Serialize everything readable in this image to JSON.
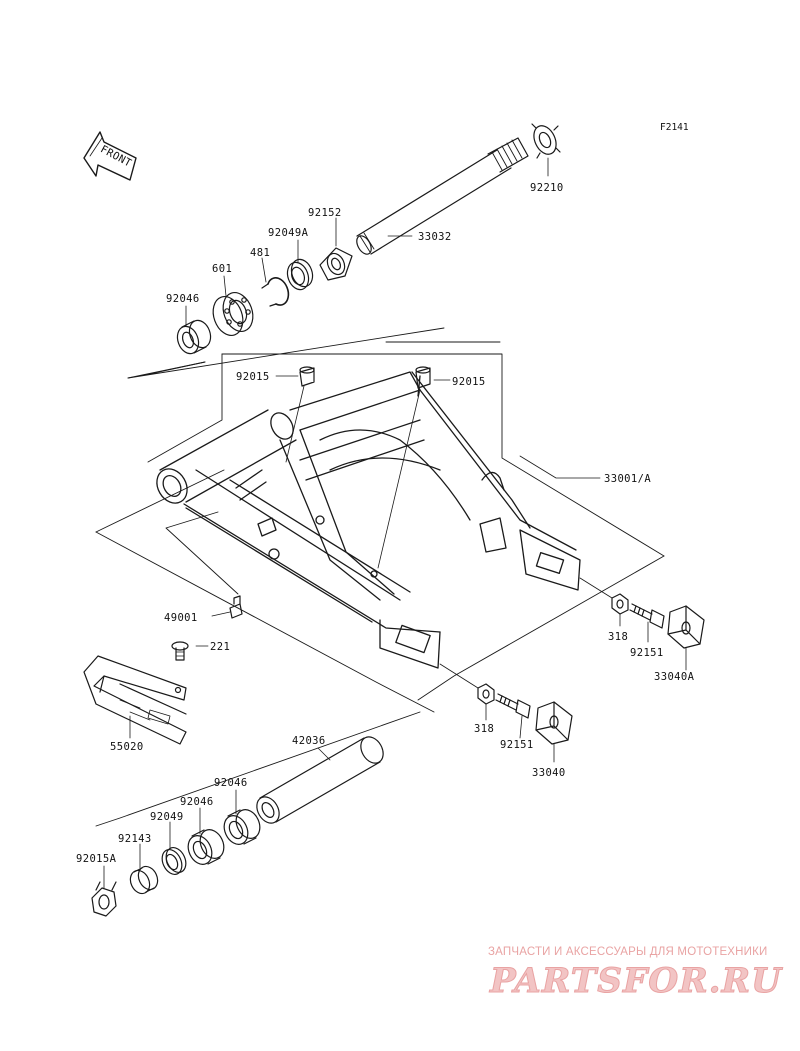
{
  "diagram": {
    "ref_code": "F2141",
    "front_label": "FRONT",
    "colors": {
      "line": "#1a1a1a",
      "watermark": "#e9a3a3",
      "watermark_dark": "#d96f6f"
    },
    "parts": {
      "p92210": "92210",
      "p33032": "33032",
      "p92152": "92152",
      "p92049A": "92049A",
      "p481": "481",
      "p601": "601",
      "p92046_top": "92046",
      "p92015_l": "92015",
      "p92015_r": "92015",
      "p33001A": "33001/A",
      "p318_r": "318",
      "p92151_r": "92151",
      "p33040A": "33040A",
      "p49001": "49001",
      "p221": "221",
      "p55020": "55020",
      "p318_l": "318",
      "p92151_l": "92151",
      "p33040": "33040",
      "p42036": "42036",
      "p92046_a": "92046",
      "p92046_b": "92046",
      "p92049": "92049",
      "p92143": "92143",
      "p92015A": "92015A"
    }
  },
  "watermark": {
    "tagline": "ЗАПЧАСТИ И АКСЕССУАРЫ ДЛЯ МОТОТЕХНИКИ",
    "logo": "PARTSFOR.RU"
  }
}
